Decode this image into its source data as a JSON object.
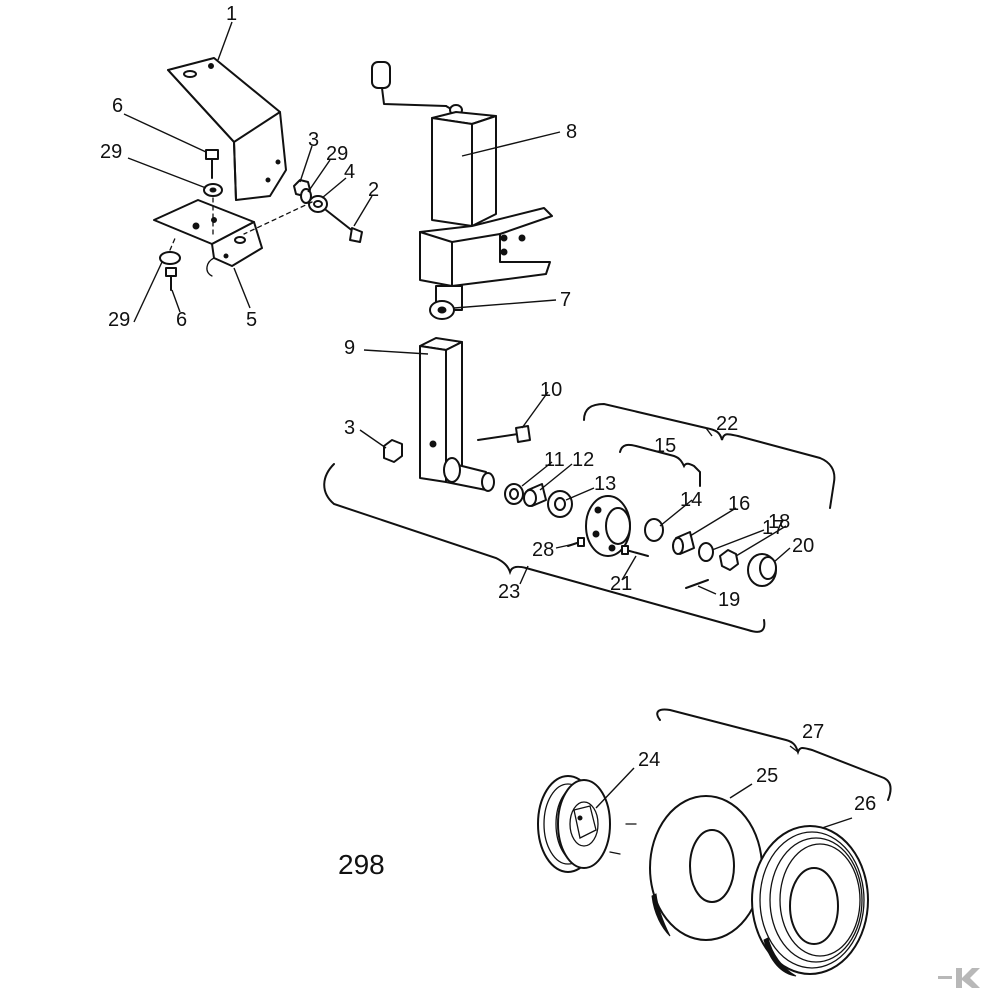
{
  "figure_number": "298",
  "callouts": {
    "c1": "1",
    "c2": "2",
    "c3a": "3",
    "c3b": "3",
    "c4": "4",
    "c5": "5",
    "c6a": "6",
    "c6b": "6",
    "c7": "7",
    "c8": "8",
    "c9": "9",
    "c10": "10",
    "c11": "11",
    "c12": "12",
    "c13": "13",
    "c14": "14",
    "c15": "15",
    "c16": "16",
    "c17": "17",
    "c18": "18",
    "c19": "19",
    "c20": "20",
    "c21": "21",
    "c22": "22",
    "c23": "23",
    "c24": "24",
    "c25": "25",
    "c26": "26",
    "c27": "27",
    "c28": "28",
    "c29a": "29",
    "c29b": "29",
    "c29c": "29"
  },
  "colors": {
    "ink": "#111111",
    "paper": "#ffffff",
    "logo": "#b8b8b8"
  },
  "logo_icon": "brand-logo-icon"
}
